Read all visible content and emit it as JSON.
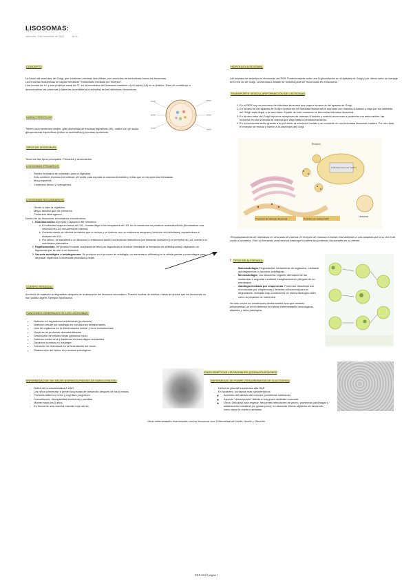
{
  "header": {
    "title": "LISOSOMAS:",
    "date": "miércoles, 9 de noviembre de 2022",
    "time": "16:11"
  },
  "concepto": {
    "heading": "CONCEPTO",
    "p1": "La fusión de vesículas del Golgi, que contienen enzimas hidrolíticas, con vesículas de endocitosis forma los lisosomas.",
    "p2": "Las enzimas lisosómicas se captan mediante \"endocitosis mediada por receptor\".",
    "p3": "Una bomba de H+ y una proteína canal de Cl- en la membrana del lisosoma mantiene el pH ácido (4,8) en su interior. Este pH contribuye a desnaturalizar las proteínas y hacerlas accesibles a la actividad de las hidrolasas lisosómicas."
  },
  "caracteristicas": {
    "heading": "CARACTERÍSTICAS",
    "text": "Tienen una membrana simple, gran diversidad de enzimas digestivas (40), matriz con pH ácido, glicoproteínas específicas (evitan la enzimólisis) y bombas protónicas."
  },
  "tipos": {
    "heading": "TIPOS DE LISOSOMAS:",
    "text": "Tenemos dos tipos principales: Primarios y secundarios."
  },
  "primarios": {
    "heading": "LISOSOMAS PRIMARIOS:",
    "items": [
      "Recién formados sin substrato para la digestión.",
      "Solo contiene enzimas hidrolíticas: pH ácido para separar la manosa-6-fosfato y evitar que se escapen las hidrolasas.",
      "Muy pequeñas.",
      "Contenido denso y homogéneo."
    ]
  },
  "secundarios": {
    "heading": "LISOSOMAS SECUNDARIOS:",
    "items": [
      "Llevan a cabo la digestión.",
      "Mayor tamaño que los primarios.",
      "Contenido heterogéneo."
    ],
    "intro": "Dentro de los lisosomas secundarios encontramos:",
    "endo_label": "Endolisosomas",
    "endo_text": ". Ejemplo: Captación del colesterol",
    "endo_sub": [
      "El colesterol viaja en forma de LDL, cuando llega a los receptores de LDL en la membrana se produce una endocitosis (formándose una vesícula de LDL recubierta de clatrina).",
      "Posteriormente se elimina la clatrina que lo reviste y se fusiona con un endosoma temprano (vehículo sin hidrolasas) separándose el receptor del LDL.",
      "Por último, se transfiere a un lisosoma o endosoma tardío con enzimas hidrolíticas que liberarán colesterol y el receptor de LDL vuelve a la membrana plasmática."
    ],
    "fago_label": "Fagolisosomas",
    "fago_text": ": Se produce cuando una bacteria entra por fagocitosis a la célula (mediante la formación de pseudópodos) originando un fagosoma que se une a un lisosoma.",
    "auto_label": "Vacuola autofágica o autofagosoma",
    "auto_text": ": Se produce en el proceso de autofagia, un mecanismo utilizado por la célula gracias a macrófagos para degradar orgánulos o moléculas (reciclado) viejas."
  },
  "cuerpo": {
    "heading": "CUERPO RESIDUAL:",
    "text": "Acúmulo de material no degradado después de la absorción del lisosoma secundario. Poseen huellas de mielina, restos de lípidos que los lisosomas no han podido digerir. Ejemplo: lipofuscina."
  },
  "funciones": {
    "heading": "FUNCIONES GENERALES DE LOS LISOSOMAS:",
    "items": [
      "Nutrición en organismos unicelulares (protozoos).",
      "Nutrición celular por autofagia en condiciones desfavorables.",
      "Lisis de orgánulos en la diferenciación celular y en la metamorfosis.",
      "Limpieza de proteínas desnaturalizadas.",
      "Destrucción de células viejas (glóbulos rojos).",
      "Defensa contra virus y bacterias en macrófagos circulantes.",
      "Disuelven trombos en la sangre.",
      "Secreción de hidrolasas en la fecundación del óvulo.",
      "Reabsorción del hueso en procesos patológicos."
    ]
  },
  "hidrolasa": {
    "heading": "HIDROLASA LISOSOMAL",
    "text": "La hidrolasa se sintetiza en ribosomas del REft. Posteriormente sufre una N-glicosilación en el Aparato de Golgi y por último sufre un marcaje en la red cis de Golgi. La manosa-6-fosfato se fosforila para ser reconocida en el lisosoma."
  },
  "transporte": {
    "heading": "TRANSPORTE VESICULAR/FORMACIÓN DE LISOSOMAS",
    "items": [
      "En el RER hay un precursor de hidrolasa lisosomal que viaja a la cara cis del aparato de Golgi.",
      "En la cara cis del aparato de Golgi el precursor de hidrolasa lisosomal es marcado con manosa-6-fosfato y viaja por las cisternas del Golgi hasta llegar a la cara trans. A partir de este momento se denomina hidrolasa lisosomal.",
      "En la cara trans del Golgi hay unos receptores de manosa-6-fosfato y cuando reconocen a proteínas con este residuo, las envuelve en una vesícula de clatrina que viaja hasta un endosoma tardío.",
      "En el endosoma tardío gracias a su pH ácido se elimina el fosfato y se convierte en una hidrolasa lisosomal madura. Por otro lado, el receptor se recicla y vuelve a la cara trans del Golgi."
    ],
    "diagram_labels": [
      "Precursor de hidrolasa lisosomal",
      "Proteína con residuo M6P",
      "Receptor",
      "Hidrolasa lisosomal madura",
      "Lisosoma"
    ]
  },
  "note": "*Empaquetamiento de hidrolasas en vesículas de clatrina: El receptor de manosa-6-fosfato está adherido a una adaptina que a su vez está unida a la clatrina. Esto va formando una vesícula hasta que contiene las proteínas lisosomales en su interior.",
  "autofagia": {
    "heading": "TIPOS DE AUTOFAGIA:",
    "items": [
      {
        "label": "Macroautofagia",
        "text": ": Degradación, inicialmente de orgánulos, mediante autofagosomas o vacuolas autofágicas."
      },
      {
        "label": "Microautofagia",
        "text": ": Los lisosomas engullen directamente las sustancias a degradar mediante invaginaciones o pliegues de su membrana."
      },
      {
        "label": "Autofagia mediada por chaperonas",
        "text": ": Proteínas citosólicas son reconocidas por chaperonas y llevadas al lisosoma para su degradación. Activada bajo condiciones de estrés fisiológico tales como la privación de nutrientes."
      }
    ],
    "footnote": "No sólo ocurre en condiciones desfavorables sino que también desempeñan un rol en defensa en ciertas enfermedades neurológicas, diabetes y otras patologías."
  },
  "patologias": {
    "heading": "PATOLOGÍAS GENÉTICAS LISOSOMALES: (ESFINGOLIPIDOSIS)"
  },
  "taysachs": {
    "heading": "ENFERMEDAD DE TAY-SACHS (ESFINGOLIPIDOSIS DE GANGLIOSIDOS):",
    "items": [
      "Déficit de hexosaminidasa A HAR",
      "Los niños comienzan a perder las pautas de desarrollo después de los 6 meses.",
      "Presenta deterioro motor y cognitivo progresivo.",
      "Convulsiones, discapacidad intelectual y parálisis.",
      "Muerte hasta los 5 años.",
      "Es frecuente una mancha macular rojo cereza."
    ]
  },
  "pompe": {
    "heading": "ENFERMEDAD DE POMPE (TESAURISMOSIS DE GLUCÓGENO)",
    "items": [
      "Déficit de glucosil transferasa alfa HAR",
      "En lactantes, los signos más característicos:"
    ],
    "sub": [
      "Aumento del tamaño del corazón (problemas cardíacos).",
      "Aspecto \"desmejorado\" debido a una grave debilidad muscular.",
      "Otros: Dificultad para respirar, frecuentes infecciones de pecho, problemas para tragar y malabsorción intestinal (no ganan peso), no alcanzan ciertos objetivos de desarrollo como darse la vuelta o sentarse."
    ]
  },
  "otras": "Otras enfermedades relacionadas con los lisosomas son: Enfermedad de Hurler, Hunter y Gaucher.",
  "footer": "BIOLOGÍA página 1"
}
